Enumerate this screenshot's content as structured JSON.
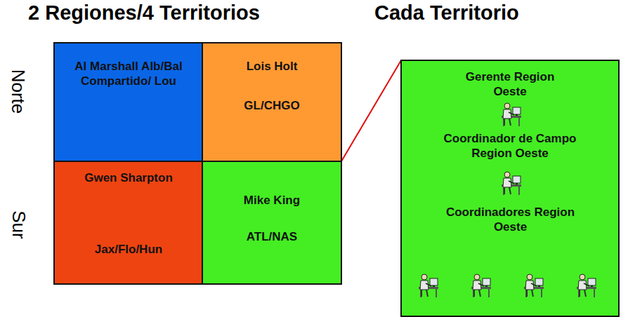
{
  "diagram": {
    "nodes": [
      {
        "text": [
          "Al Marshall Alb/Bal Compartido/ Lou"
        ]
      },
      {
        "text": [
          "Lois Holt",
          "GL/CHGO"
        ]
      },
      {
        "text": [
          "Gwen Sharpton",
          "Jax/Flo/Hun"
        ]
      },
      {
        "text": [
          "Mike King",
          "ATL/NAS"
        ]
      },
      {
        "text": [
          "Gerente Region Oeste",
          "Coordinador de Campo Region Oeste",
          "Coordinadores Region Oeste"
        ]
      }
    ],
    "edges": [
      {
        "from": 3,
        "to": 4,
        "arrow": "none"
      }
    ],
    "labels": [
      "2 Regiones/4 Territorios",
      "Cada Territorio",
      "Norte",
      "Sur"
    ]
  }
}
